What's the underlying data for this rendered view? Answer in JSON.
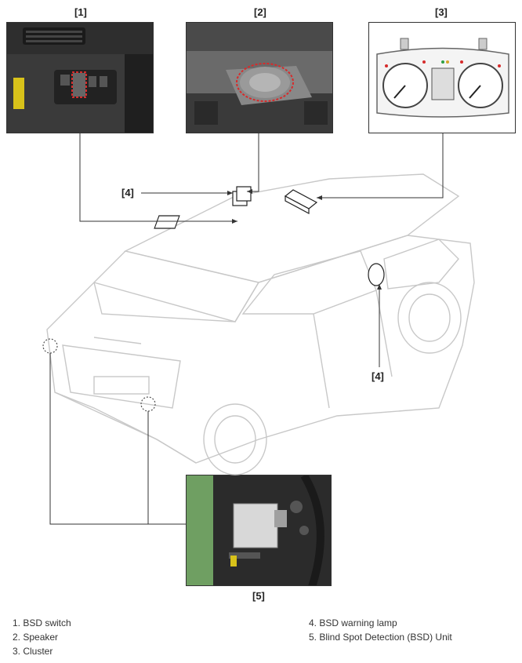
{
  "callouts": {
    "c1": "[1]",
    "c2": "[2]",
    "c3": "[3]",
    "c4_top": "[4]",
    "c4_side": "[4]",
    "c5": "[5]"
  },
  "legend": {
    "items": [
      "1. BSD switch",
      "2. Speaker",
      "3. Cluster",
      "4. BSD warning lamp",
      "5. Blind Spot Detection (BSD) Unit"
    ]
  },
  "colors": {
    "line": "#333333",
    "car_outline": "#c8c8c8",
    "highlight": "#d62b2b",
    "photo_dark": "#2b2b2b",
    "photo_green": "#6f9f62"
  }
}
